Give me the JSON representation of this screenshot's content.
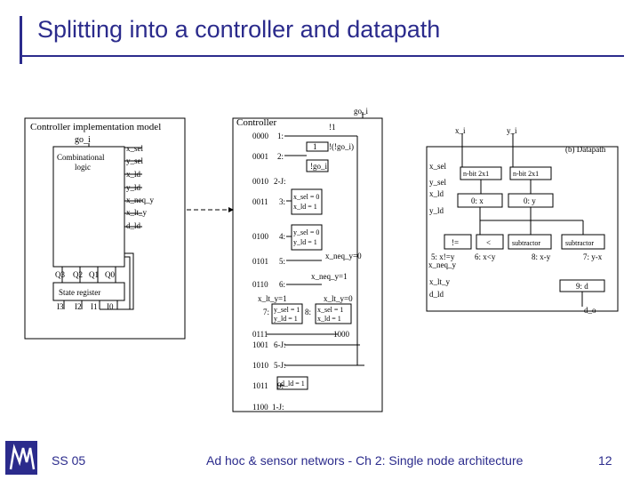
{
  "slide": {
    "title": "Splitting into a controller and datapath",
    "footer_left": "SS 05",
    "footer_center": "Ad hoc & sensor networs - Ch 2: Single node architecture",
    "page_number": "12",
    "accent_color": "#2b2b8c"
  },
  "impl_model": {
    "title": "Controller implementation model",
    "go_i": "go_i",
    "logic_line1": "Combinational",
    "logic_line2": "logic",
    "outputs": [
      "x_sel",
      "y_sel",
      "x_ld",
      "y_ld",
      "x_neq_y",
      "x_lt_y",
      "d_ld"
    ],
    "state_outputs": [
      "Q3",
      "Q2",
      "Q1",
      "Q0"
    ],
    "state_register": "State register",
    "state_inputs": [
      "I3",
      "I2",
      "I1",
      "I0"
    ]
  },
  "controller": {
    "title": "Controller",
    "go_i": "go_i",
    "states": [
      {
        "code": "0000",
        "num": "1:"
      },
      {
        "code": "0001",
        "num": "2:"
      },
      {
        "code": "0010",
        "num": "2-J:"
      },
      {
        "code": "0011",
        "num": "3:"
      },
      {
        "code": "0100",
        "num": "4:"
      },
      {
        "code": "0101",
        "num": "5:"
      },
      {
        "code": "0110",
        "num": "6:"
      },
      {
        "code": "0111",
        "num": ""
      },
      {
        "code": "1001",
        "num": "6-J:"
      },
      {
        "code": "1010",
        "num": "5-J:"
      },
      {
        "code": "1011",
        "num": "9:"
      },
      {
        "code": "1100",
        "num": "1-J:"
      }
    ],
    "bang1": "!1",
    "one": "1",
    "not_go": "!(!go_i)",
    "bang_go": "!go_i",
    "s3_a": "x_sel = 0",
    "s3_b": "x_ld = 1",
    "s4_a": "y_sel = 0",
    "s4_b": "y_ld = 1",
    "neq0": "x_neq_y=0",
    "neq1": "x_neq_y=1",
    "lt1": "x_lt_y=1",
    "lt0": "x_lt_y=0",
    "s7_num": "7:",
    "s7_a": "y_sel = 1",
    "s7_b": "y_ld = 1",
    "s8_num": "8:",
    "s8_a": "x_sel = 1",
    "s8_b": "x_ld = 1",
    "code_1000": "1000",
    "s9": "d_ld = 1"
  },
  "datapath": {
    "title": "(b) Datapath",
    "x_i": "x_i",
    "y_i": "y_i",
    "x_sel": "x_sel",
    "y_sel": "y_sel",
    "x_ld": "x_ld",
    "y_ld": "y_ld",
    "mux1": "n-bit 2x1",
    "mux2": "n-bit 2x1",
    "reg_x": "0: x",
    "reg_y": "0: y",
    "neq": "!=",
    "lt": "<",
    "sub1": "subtractor",
    "sub2": "subtractor",
    "l5": "5: x!=y",
    "l6": "6: x<y",
    "l8": "8: x-y",
    "l7": "7: y-x",
    "x_neq_y": "x_neq_y",
    "x_lt_y": "x_lt_y",
    "d_ld": "d_ld",
    "reg_d": "9: d",
    "d_o": "d_o"
  }
}
